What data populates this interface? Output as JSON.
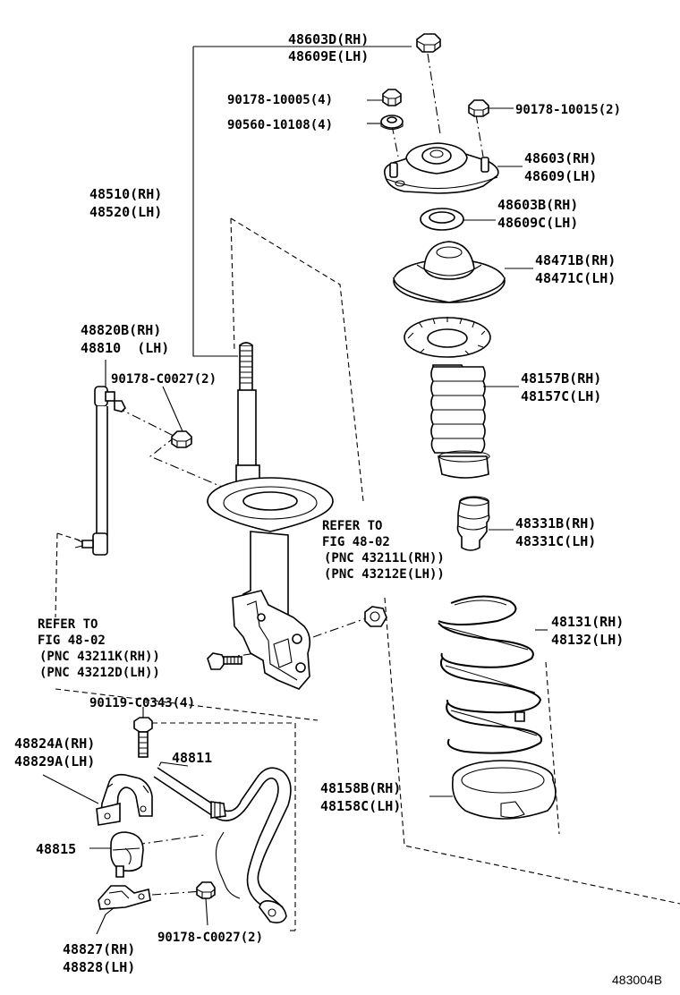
{
  "labels": {
    "upper_nut": [
      "48603D(RH)",
      "48609E(LH)"
    ],
    "strut_assy": [
      "48510(RH)",
      "48520(LH)"
    ],
    "nut_10005": "90178-10005(4)",
    "washer": "90560-10108(4)",
    "nut_10015": "90178-10015(2)",
    "support": [
      "48603(RH)",
      "48609(LH)"
    ],
    "bearing": [
      "48603B(RH)",
      "48609C(LH)"
    ],
    "upper_seat": [
      "48471B(RH)",
      "48471C(LH)"
    ],
    "boot": [
      "48157B(RH)",
      "48157C(LH)"
    ],
    "bumper": [
      "48331B(RH)",
      "48331C(LH)"
    ],
    "spring": [
      "48131(RH)",
      "48132(LH)"
    ],
    "lower_insulator": [
      "48158B(RH)",
      "48158C(LH)"
    ],
    "link": [
      "48820B(RH)",
      "48810  (LH)"
    ],
    "link_nut": "90178-C0027(2)",
    "refer_right": [
      "REFER TO",
      "FIG 48-02",
      "(PNC 43211L(RH))",
      "(PNC 43212E(LH))"
    ],
    "refer_left": [
      "REFER TO",
      "FIG 48-02",
      "(PNC 43211K(RH))",
      "(PNC 43212D(LH))"
    ],
    "bolt": "90119-C0343(4)",
    "bracket": [
      "48824A(RH)",
      "48829A(LH)"
    ],
    "stabilizer_bar": "48811",
    "bushing": "48815",
    "lower_bracket": [
      "48827(RH)",
      "48828(LH)"
    ],
    "bottom_nut": "90178-C0027(2)",
    "diagram_code": "483004B"
  }
}
